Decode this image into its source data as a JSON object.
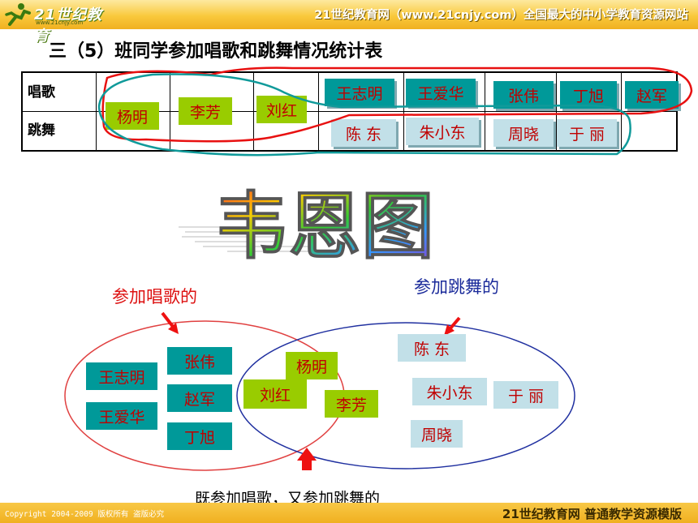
{
  "header": {
    "logo_text": "21世纪教育",
    "logo_url": "www.21cnjy.com",
    "slogan": "21世纪教育网（www.21cnjy.com）全国最大的中小学教育资源网站"
  },
  "page_title": "三（5）班同学参加唱歌和跳舞情况统计表",
  "table": {
    "row_singing": "唱歌",
    "row_dancing": "跳舞",
    "singing": [
      "杨明",
      "李芳",
      "刘红",
      "王志明",
      "王爱华",
      "张伟",
      "丁旭",
      "赵军"
    ],
    "dancing": [
      "陈 东",
      "朱小东",
      "周晓",
      "于 丽"
    ]
  },
  "venn": {
    "title": "韦恩图",
    "label_singing": "参加唱歌的",
    "label_dancing": "参加跳舞的",
    "left_only": [
      "王志明",
      "王爱华",
      "张伟",
      "赵军",
      "丁旭"
    ],
    "both": [
      "杨明",
      "刘红",
      "李芳"
    ],
    "right_only": [
      "陈 东",
      "朱小东",
      "于 丽",
      "周晓"
    ],
    "caption": "既参加唱歌，又参加跳舞的",
    "colors": {
      "singing_ring": "#e04040",
      "dancing_ring": "#2030a0",
      "arrow": "#ee1111",
      "chip_green": "#99cc00",
      "chip_teal": "#009999",
      "chip_light": "#c2e0e8"
    }
  },
  "footer": {
    "copyright": "Copyright 2004-2009 版权所有 盗版必究",
    "right_text": "21世纪教育网  普通教学资源模版"
  }
}
